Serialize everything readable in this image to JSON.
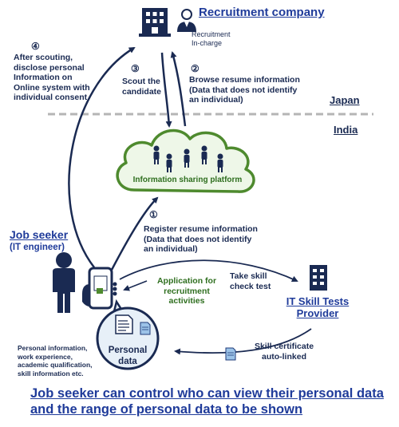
{
  "recruitment_company": {
    "title": "Recruitment company",
    "in_charge": "Recruitment\nIn-charge"
  },
  "regions": {
    "japan": "Japan",
    "india": "India"
  },
  "steps": {
    "step4": {
      "num": "④",
      "text": "After scouting,\ndisclose personal\nInformation on\nOnline system with\nindividual consent"
    },
    "step3": {
      "num": "③",
      "text": "Scout the\ncandidate"
    },
    "step2": {
      "num": "②",
      "text": "Browse resume information\n(Data that does not identify\nan individual)"
    },
    "step1": {
      "num": "①",
      "text": "Register resume information\n(Data that does not identify\nan individual)"
    }
  },
  "platform": {
    "label": "Information sharing platform"
  },
  "job_seeker": {
    "title": "Job seeker",
    "subtitle": "(IT engineer)"
  },
  "application": {
    "label": "Application for\nrecruitment activities"
  },
  "skill_test": {
    "label": "Take skill\ncheck test"
  },
  "provider": {
    "title": "IT Skill Tests\nProvider"
  },
  "certificate": {
    "label": "Skill certificate\nauto-linked"
  },
  "personal_data": {
    "label": "Personal\ndata",
    "details": "Personal information,\nwork experience,\nacademic qualification,\nskill information etc."
  },
  "caption": "Job seeker can control who can view their personal data and the range of personal data to be shown",
  "colors": {
    "navy": "#1a2a52",
    "accent_blue": "#1f3b9a",
    "green": "#4e8a2e",
    "light_green": "#eef7e8"
  }
}
